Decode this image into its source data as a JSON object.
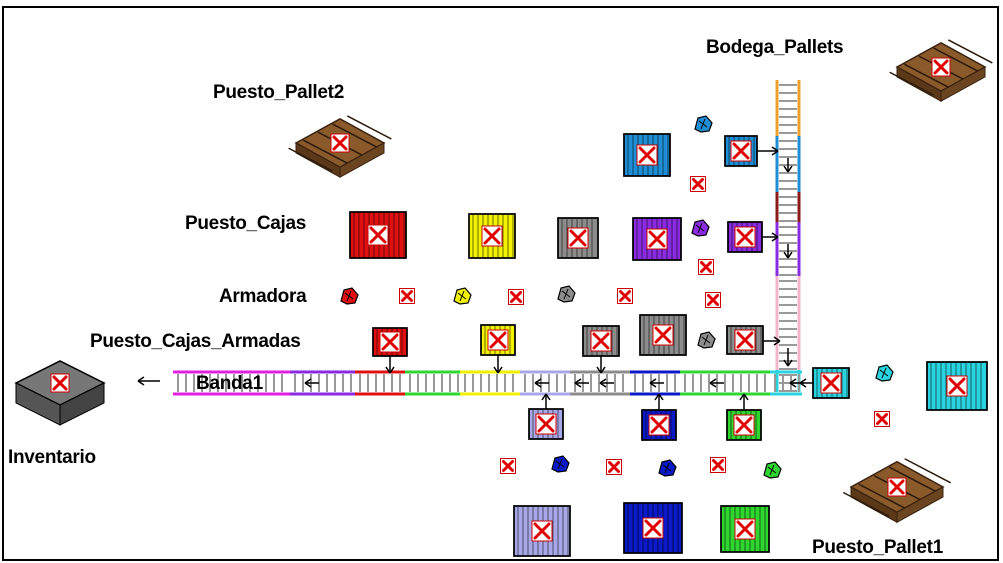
{
  "labels": {
    "bodega_pallets": "Bodega_Pallets",
    "puesto_pallet2": "Puesto_Pallet2",
    "puesto_cajas": "Puesto_Cajas",
    "armadora": "Armadora",
    "puesto_cajas_armadas": "Puesto_Cajas_Armadas",
    "banda1": "Banda1",
    "inventario": "Inventario",
    "puesto_pallet1": "Puesto_Pallet1"
  },
  "colors": {
    "red": "#e01010",
    "yellow": "#f2f200",
    "gray": "#8c8c8c",
    "purple": "#8a2be2",
    "blue": "#1e8fd6",
    "cyan": "#29d4e0",
    "lavender": "#a8a8e8",
    "navy": "#0a1ac8",
    "green": "#2fd62f",
    "pallet_wood": "#8b5a2b",
    "inventory_gray": "#777777",
    "orange": "#f0a030",
    "pink": "#f4b6c8",
    "magenta": "#e020e0"
  },
  "icons": {
    "station": "station-icon",
    "pallet": "pallet-icon",
    "machine": "machine-icon",
    "missing_image": "missing-image-icon",
    "arrow": "arrow-icon",
    "conveyor": "conveyor-icon"
  }
}
